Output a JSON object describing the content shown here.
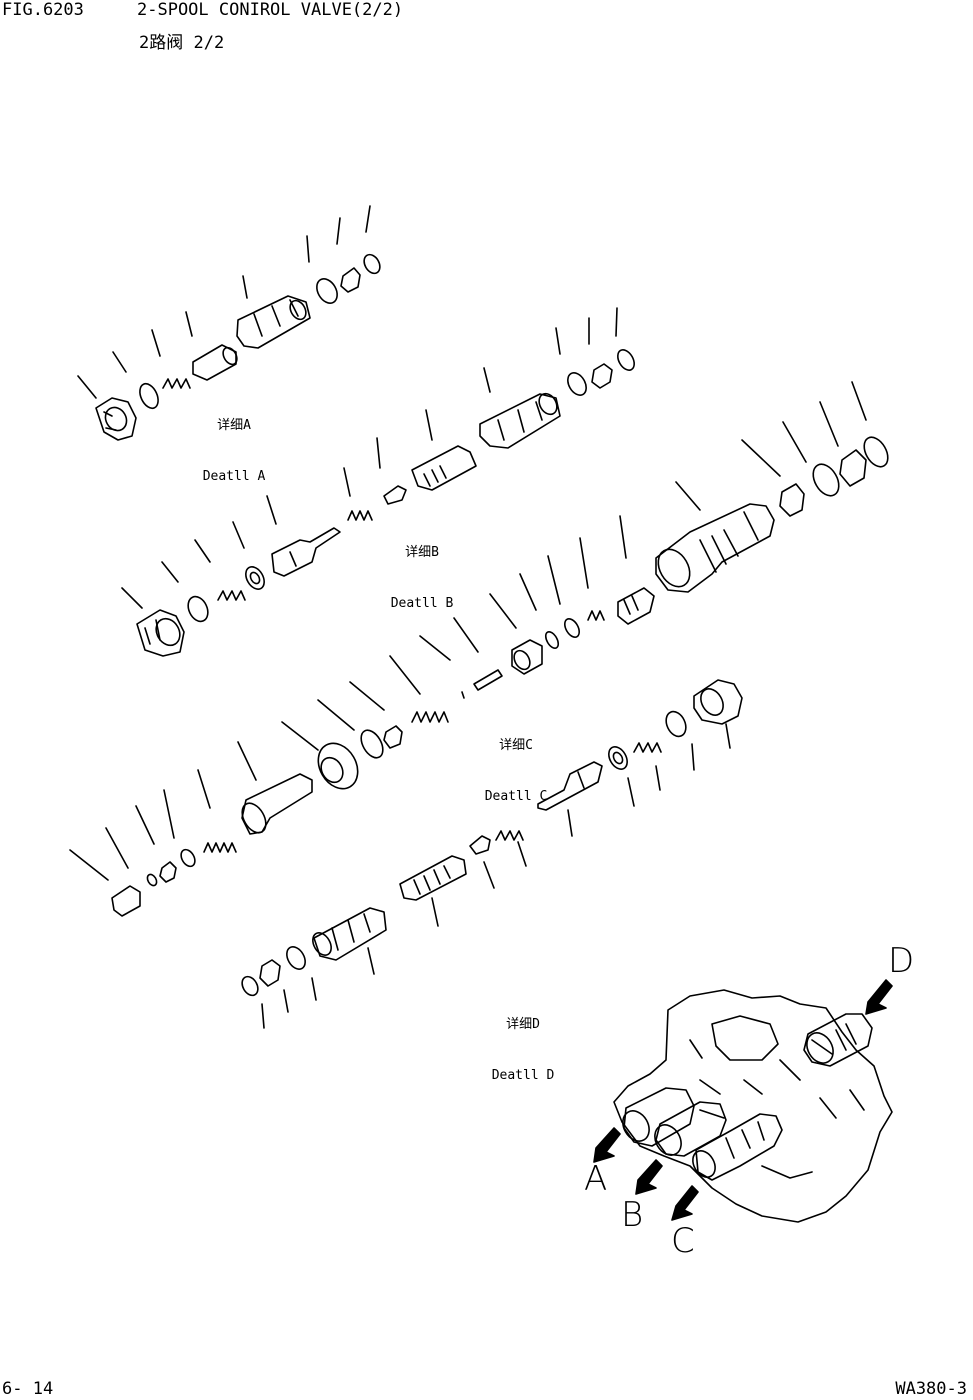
{
  "header": {
    "fig_no": "FIG.6203",
    "title_en": "2-SPOOL CONIROL VALVE(2/2)",
    "title_cn": "2路阀 2/2"
  },
  "details": [
    {
      "cn": "详细A",
      "en": "Deatll A"
    },
    {
      "cn": "详细B",
      "en": "Deatll B"
    },
    {
      "cn": "详细C",
      "en": "Deatll C"
    },
    {
      "cn": "详细D",
      "en": "Deatll D"
    }
  ],
  "callouts": {
    "a": "A",
    "b": "B",
    "c": "C",
    "d": "D"
  },
  "footer": {
    "page": "6- 14",
    "model": "WA380-3"
  }
}
